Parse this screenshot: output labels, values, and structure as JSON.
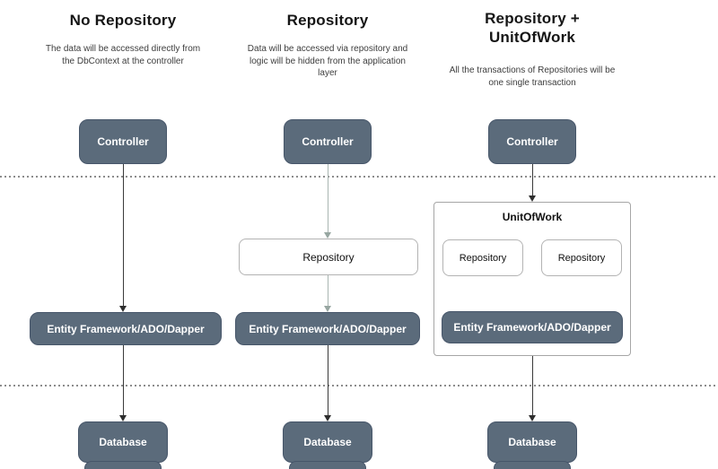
{
  "columns": [
    {
      "title": "No Repository",
      "description": "The data will be accessed directly from the DbContext at the controller",
      "controller_label": "Controller",
      "ef_label": "Entity Framework/ADO/Dapper",
      "database_label": "Database"
    },
    {
      "title": "Repository",
      "description": "Data will be accessed via repository and logic will be hidden from the application layer",
      "controller_label": "Controller",
      "repository_label": "Repository",
      "ef_label": "Entity Framework/ADO/Dapper",
      "database_label": "Database"
    },
    {
      "title": "Repository + UnitOfWork",
      "description": "All the transactions of Repositories will be one single transaction",
      "controller_label": "Controller",
      "unitofwork_label": "UnitOfWork",
      "repository_labels": [
        "Repository",
        "Repository"
      ],
      "ef_label": "Entity Framework/ADO/Dapper",
      "database_label": "Database"
    }
  ],
  "colors": {
    "node_fill": "#5b6b7b",
    "node_border": "#47566a",
    "node_text": "#ffffff",
    "light_box_border": "#b3b3b3",
    "container_border": "#a6a6a6",
    "arrow_dark": "#3a3a3a",
    "arrow_light": "#a9b5b1",
    "divider_dots": "#8c8c8c"
  }
}
